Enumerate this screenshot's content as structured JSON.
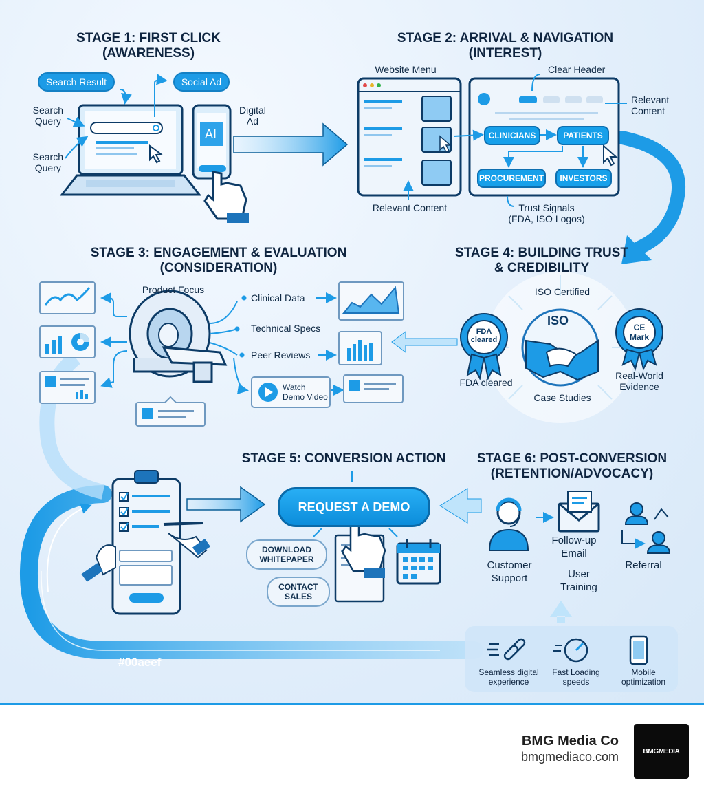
{
  "stage1": {
    "title": "STAGE 1: FIRST CLICK\n(AWARENESS)",
    "search_result": "Search Result",
    "social_ad": "Social Ad",
    "search_query_1": "Search\nQuery",
    "search_query_2": "Search\nQuery",
    "digital_ad": "Digital\nAd",
    "ad_glyph": "AI"
  },
  "stage2": {
    "title": "STAGE 2: ARRIVAL & NAVIGATION\n(INTEREST)",
    "website_menu": "Website Menu",
    "clear_header": "Clear Header",
    "relevant_content_right": "Relevant\nContent",
    "relevant_content_bottom": "Relevant Content",
    "clinicians": "CLINICIANS",
    "patients": "PATIENTS",
    "procurement": "PROCUREMENT",
    "investors": "INVESTORS",
    "trust_signals": "Trust Signals\n(FDA, ISO Logos)"
  },
  "stage3": {
    "title": "STAGE 3: ENGAGEMENT & EVALUATION\n(CONSIDERATION)",
    "product_focus": "Product Focus",
    "clinical_data": "Clinical Data",
    "technical_specs": "Technical Specs",
    "peer_reviews": "Peer Reviews",
    "watch_demo": "Watch\nDemo Video"
  },
  "stage4": {
    "title": "STAGE 4: BUILDING TRUST\n& CREDIBILITY",
    "iso_certified": "ISO Certified",
    "iso_badge": "ISO",
    "fda_badge": "FDA\ncleared",
    "ce_badge": "CE\nMark",
    "fda_cleared": "FDA cleared",
    "case_studies": "Case Studies",
    "real_world": "Real-World\nEvidence"
  },
  "stage5": {
    "title": "STAGE 5: CONVERSION ACTION",
    "request_demo": "REQUEST A DEMO",
    "download_whitepaper": "DOWNLOAD\nWHITEPAPER",
    "contact_sales": "CONTACT\nSALES"
  },
  "stage6": {
    "title": "STAGE 6: POST-CONVERSION\n(RETENTION/ADVOCACY)",
    "customer_support": "Customer\nSupport",
    "follow_up_email": "Follow-up\nEmail",
    "user_training": "User\nTraining",
    "referral": "Referral"
  },
  "features": {
    "seamless": "Seamless digital\nexperience",
    "fast_loading": "Fast Loading\nspeeds",
    "mobile": "Mobile\noptimization"
  },
  "loop_label": "#00aeef",
  "footer": {
    "brand_name": "BMG Media Co",
    "brand_url": "bmgmediaco.com",
    "logo_text": "BMGMEDIA"
  },
  "colors": {
    "accent": "#1d9be6",
    "dark_accent": "#0e6fb0",
    "ink": "#0f2540"
  }
}
